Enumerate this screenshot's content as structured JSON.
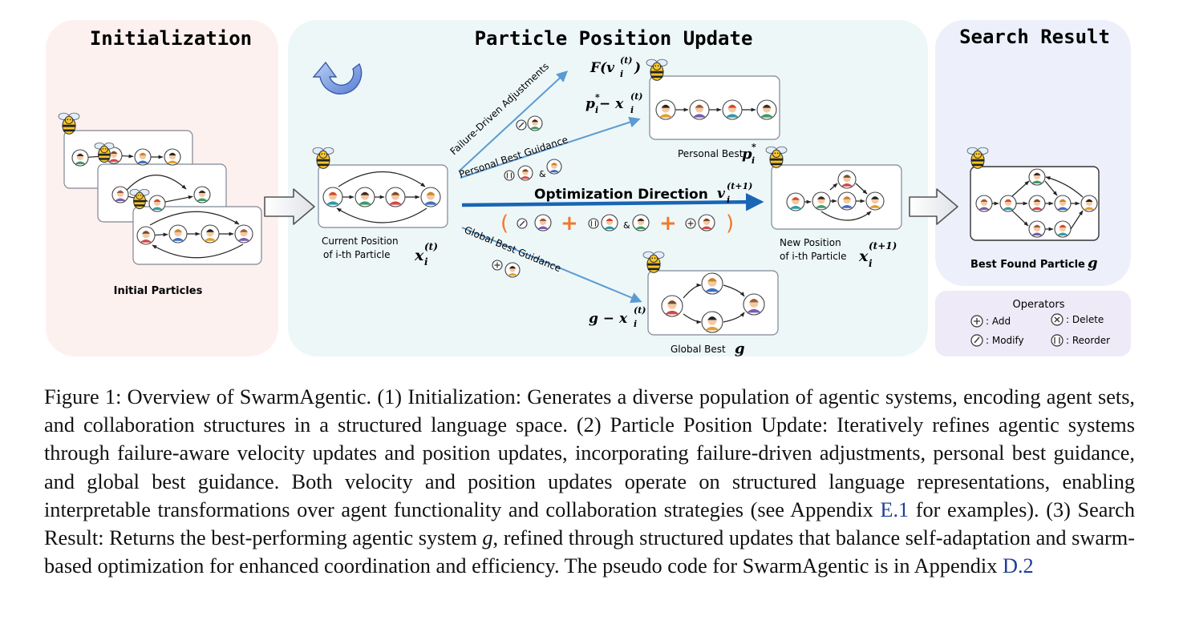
{
  "panels": {
    "initialization": {
      "title": "Initialization",
      "label": "Initial Particles"
    },
    "update": {
      "title": "Particle Position Update"
    },
    "result": {
      "title": "Search Result",
      "label": "Best Found Particle",
      "label_symbol": "g"
    }
  },
  "update_labels": {
    "current_position_line1": "Current Position",
    "current_position_line2": "of i-th Particle",
    "current_symbol": "x",
    "new_position_line1": "New Position",
    "new_position_line2": "of i-th Particle",
    "personal_best": "Personal Best",
    "personal_symbol": "p",
    "global_best": "Global Best",
    "global_symbol": "g",
    "failure_driven": "Failure-Driven Adjustments",
    "personal_guidance": "Personal Best Guidance",
    "global_guidance": "Global Best Guidance",
    "optimization_direction": "Optimization Direction",
    "amp": "&",
    "paren_open": "(",
    "paren_close": ")",
    "plus": "+"
  },
  "math": {
    "failure_term": "F(v",
    "personal_term": "p",
    "global_term": "g − x",
    "minus_x": " − x",
    "velocity": "v",
    "sup_t": "(t)",
    "sup_t1": "(t+1)",
    "sub_i": "i",
    "sup_star": "*",
    "close_paren": ")"
  },
  "operators": {
    "title": "Operators",
    "add": ": Add",
    "delete": ": Delete",
    "modify": ": Modify",
    "reorder": ": Reorder"
  },
  "colors": {
    "init_bg": "#fdf1f0",
    "update_bg": "#eef7f8",
    "result_bg": "#edf0fb",
    "operators_bg": "#efeaf7",
    "arrow_blue": "#5b9bd3",
    "main_arrow": "#1a65b5",
    "plus_orange": "#f07a28"
  },
  "caption": {
    "p1": "Figure 1: Overview of SwarmAgentic. (1) Initialization: Generates a diverse population of agentic systems, encoding agent sets, and collaboration structures in a structured language space. (2) Particle Position Update: Iteratively refines agentic systems through failure-aware velocity updates and position updates, incorporating failure-driven adjustments, personal best guidance, and global best guidance. Both velocity and position updates operate on structured language representations, enabling interpretable transformations over agent functionality and collaboration strategies (see Appendix ",
    "ref1": "E.1",
    "p2": " for examples). (3) Search Result: Returns the best-performing agentic system ",
    "g": "g",
    "p3": ", refined through structured updates that balance self-adaptation and swarm-based optimization for enhanced coordination and efficiency. The pseudo code for SwarmAgentic is in Appendix ",
    "ref2": "D.2"
  }
}
